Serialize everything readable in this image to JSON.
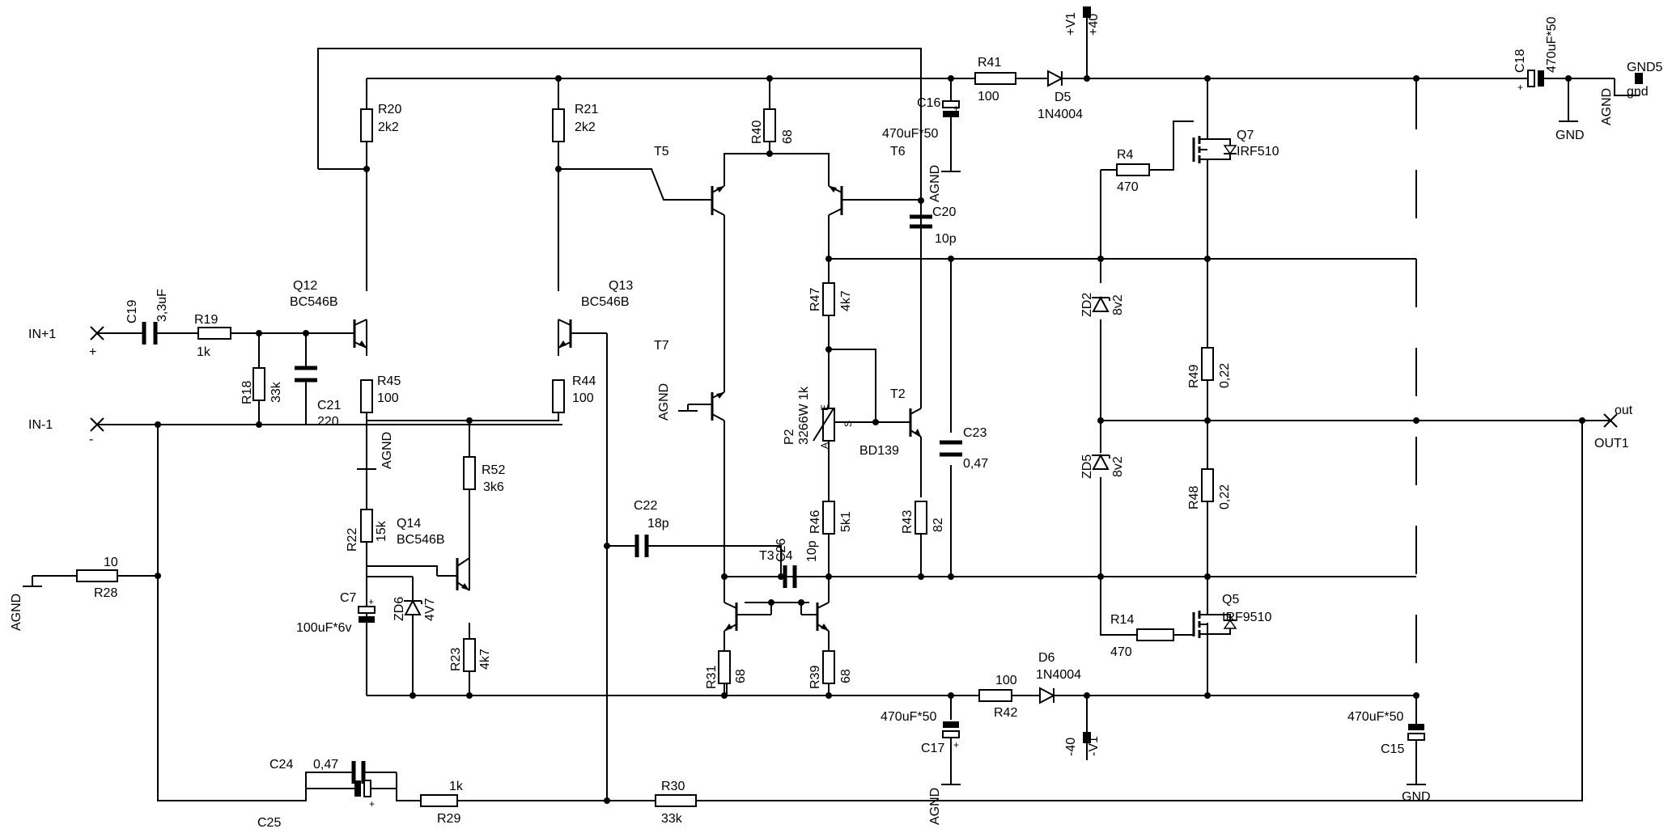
{
  "labels": {
    "vplus": "+V1",
    "vplus_val": "+40",
    "vminus": "-V1",
    "vminus_val": "-40",
    "gnd5": "GND5",
    "gnd_small": "gnd",
    "gnd": "GND",
    "agnd": "AGND",
    "out": "out",
    "out1": "OUT1",
    "in_plus": "IN+1",
    "in_minus": "IN-1",
    "plus_sign": "+",
    "minus_sign": "-",
    "T5": "T5",
    "T6": "T6",
    "T7": "T7",
    "T3T4": "T3 T4",
    "T2": "T2"
  },
  "components": {
    "R20": {
      "ref": "R20",
      "val": "2k2"
    },
    "R21": {
      "ref": "R21",
      "val": "2k2"
    },
    "R40": {
      "ref": "R40",
      "val": "68"
    },
    "R41": {
      "ref": "R41",
      "val": "100"
    },
    "R4": {
      "ref": "R4",
      "val": "470"
    },
    "R19": {
      "ref": "R19",
      "val": "1k"
    },
    "R18": {
      "ref": "R18",
      "val": "33k"
    },
    "R45": {
      "ref": "R45",
      "val": "100"
    },
    "R44": {
      "ref": "R44",
      "val": "100"
    },
    "R47": {
      "ref": "R47",
      "val": "4k7"
    },
    "R49": {
      "ref": "R49",
      "val": "0,22"
    },
    "R48": {
      "ref": "R48",
      "val": "0,22"
    },
    "R52": {
      "ref": "R52",
      "val": "3k6"
    },
    "R22": {
      "ref": "R22",
      "val": "15k"
    },
    "R46": {
      "ref": "R46",
      "val": "5k1"
    },
    "R43": {
      "ref": "R43",
      "val": "82"
    },
    "R28": {
      "ref": "R28",
      "val": "10"
    },
    "R23": {
      "ref": "R23",
      "val": "4k7"
    },
    "R31": {
      "ref": "R31",
      "val": "68"
    },
    "R39": {
      "ref": "R39",
      "val": "68"
    },
    "R42": {
      "ref": "R42",
      "val": "100"
    },
    "R14": {
      "ref": "R14",
      "val": "470"
    },
    "R29": {
      "ref": "R29",
      "val": "1k"
    },
    "R30": {
      "ref": "R30",
      "val": "33k"
    },
    "C19": {
      "ref": "C19",
      "val": "3,3uF"
    },
    "C21": {
      "ref": "C21",
      "val": "220"
    },
    "C16": {
      "ref": "C16",
      "val": "470uF*50"
    },
    "C18": {
      "ref": "C18",
      "val": "470uF*50"
    },
    "C20": {
      "ref": "C20",
      "val": "10p"
    },
    "C23": {
      "ref": "C23",
      "val": "0,47"
    },
    "C22": {
      "ref": "C22",
      "val": "18p"
    },
    "C26": {
      "ref": "C26",
      "val": "10p"
    },
    "C7": {
      "ref": "C7",
      "val": "100uF*6v"
    },
    "C17": {
      "ref": "C17",
      "val": "470uF*50"
    },
    "C15": {
      "ref": "C15",
      "val": "470uF*50"
    },
    "C24": {
      "ref": "C24",
      "val": "0,47"
    },
    "C25": {
      "ref": "C25",
      "val": ""
    },
    "D5": {
      "ref": "D5",
      "val": "1N4004"
    },
    "D6": {
      "ref": "D6",
      "val": "1N4004"
    },
    "ZD2": {
      "ref": "ZD2",
      "val": "8v2"
    },
    "ZD5": {
      "ref": "ZD5",
      "val": "8v2"
    },
    "ZD6": {
      "ref": "ZD6",
      "val": "4V7"
    },
    "Q7": {
      "ref": "Q7",
      "val": "IRF510"
    },
    "Q5": {
      "ref": "Q5",
      "val": "IRF9510"
    },
    "Q12": {
      "ref": "Q12",
      "val": "BC546B"
    },
    "Q13": {
      "ref": "Q13",
      "val": "BC546B"
    },
    "Q14": {
      "ref": "Q14",
      "val": "BC546B"
    },
    "BD139": {
      "ref": "BD139"
    },
    "P2": {
      "ref": "P2",
      "val": "3266W 1k"
    }
  },
  "pot_pins": {
    "a": "A",
    "e": "E",
    "s": "S"
  }
}
